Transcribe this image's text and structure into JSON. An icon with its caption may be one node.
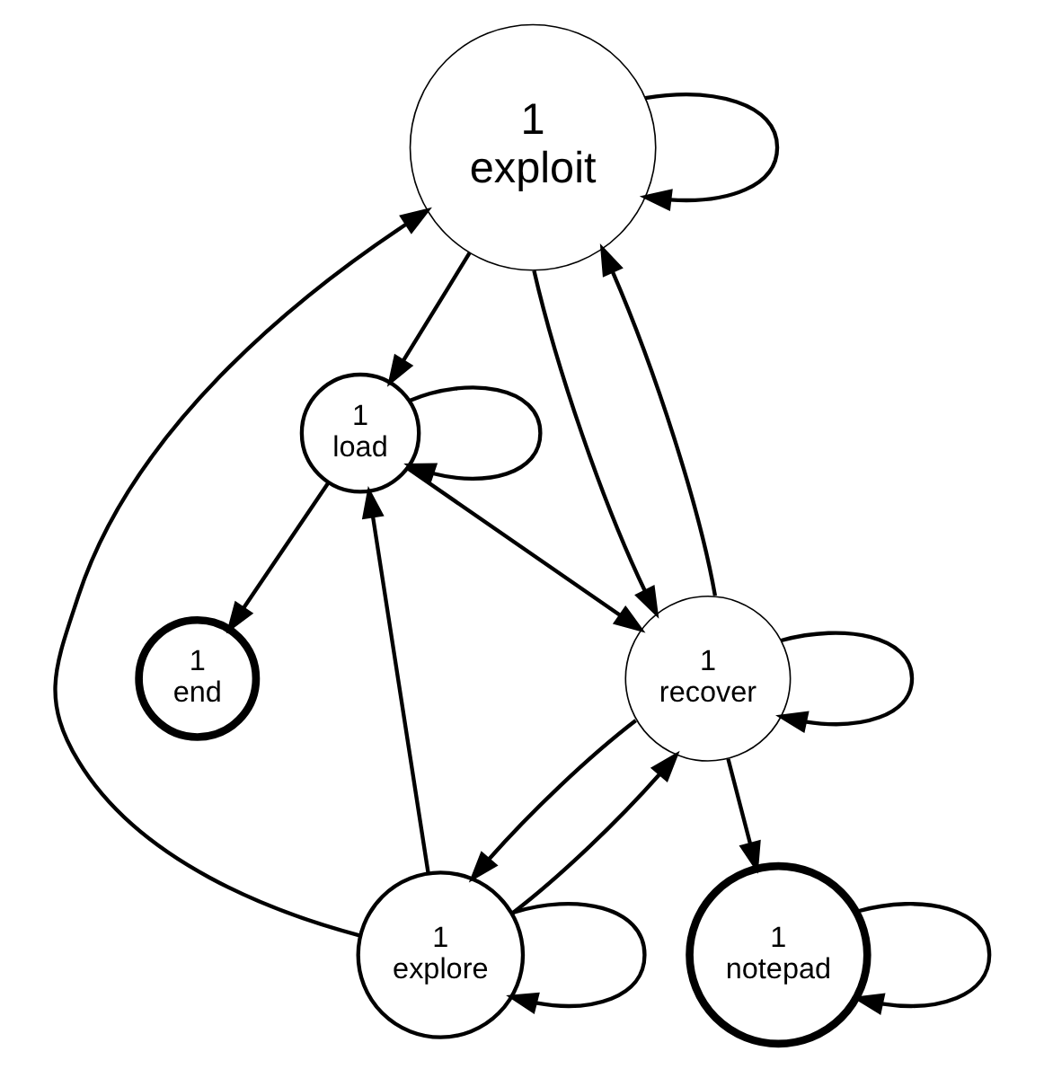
{
  "diagram": {
    "nodes": [
      {
        "text": [
          "1",
          "exploit"
        ]
      },
      {
        "text": [
          "1",
          "explore"
        ]
      },
      {
        "text": [
          "1",
          "load"
        ]
      },
      {
        "text": [
          "1",
          "recover"
        ]
      },
      {
        "text": [
          "1",
          "end"
        ]
      },
      {
        "text": [
          "1",
          "notepad"
        ]
      }
    ],
    "edges": [
      {
        "from": 0,
        "to": 0,
        "arrow": "to"
      },
      {
        "from": 1,
        "to": 0,
        "arrow": "to"
      },
      {
        "from": 0,
        "to": 2,
        "arrow": "to"
      },
      {
        "from": 1,
        "to": 2,
        "arrow": "to"
      },
      {
        "from": 2,
        "to": 2,
        "arrow": "to"
      },
      {
        "from": 1,
        "to": 1,
        "arrow": "to"
      },
      {
        "from": 3,
        "to": 1,
        "arrow": "to"
      },
      {
        "from": 1,
        "to": 3,
        "arrow": "to"
      },
      {
        "from": 3,
        "to": 0,
        "arrow": "to"
      },
      {
        "from": 0,
        "to": 3,
        "arrow": "to"
      },
      {
        "from": 2,
        "to": 3,
        "arrow": "to"
      },
      {
        "from": 2,
        "to": 4,
        "arrow": "to"
      },
      {
        "from": 3,
        "to": 3,
        "arrow": "to"
      },
      {
        "from": 3,
        "to": 5,
        "arrow": "to"
      },
      {
        "from": 5,
        "to": 5,
        "arrow": "to"
      }
    ]
  }
}
